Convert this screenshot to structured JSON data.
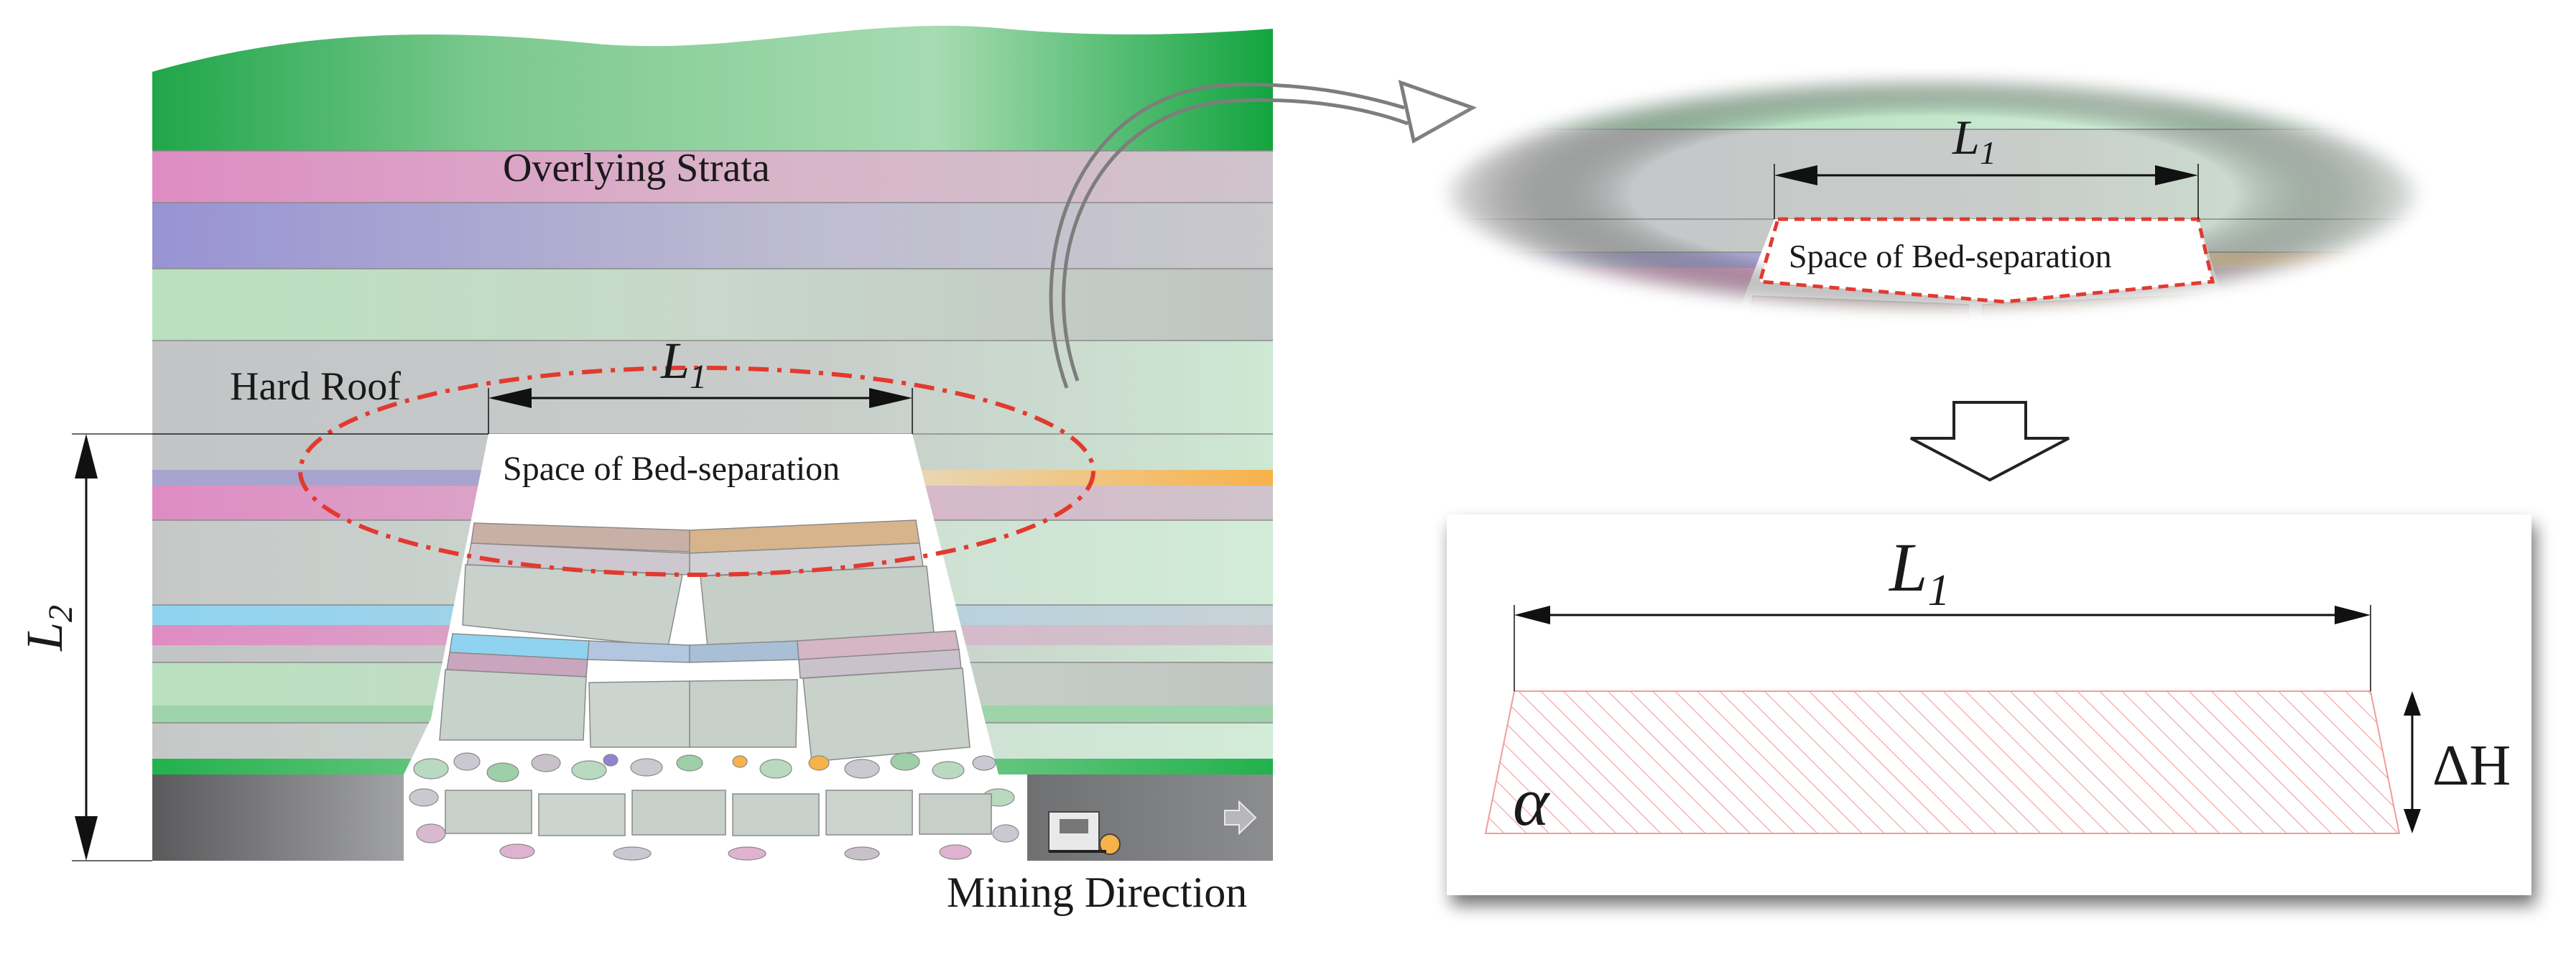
{
  "labels": {
    "overlying_strata": "Overlying Strata",
    "hard_roof": "Hard Roof",
    "l1_main": "L",
    "l1_sub": "1",
    "l2_main": "L",
    "l2_sub": "2",
    "bed_separation": "Space of Bed-separation",
    "mining_direction": "Mining Direction",
    "delta_h": "ΔH",
    "alpha": "α"
  },
  "colors": {
    "surface_green": "#1fa64a",
    "pink": "#df8fc4",
    "purple": "#9c94cf",
    "green_light": "#cfe6d2",
    "gray": "#c4c6c8",
    "orange": "#f7b24a",
    "cyan": "#8fd3f0",
    "coal_green": "#22b14c",
    "dashed_red": "#e23a2f",
    "hatch_red": "#f29c9c",
    "coal_dark": "#5a5a5c"
  }
}
